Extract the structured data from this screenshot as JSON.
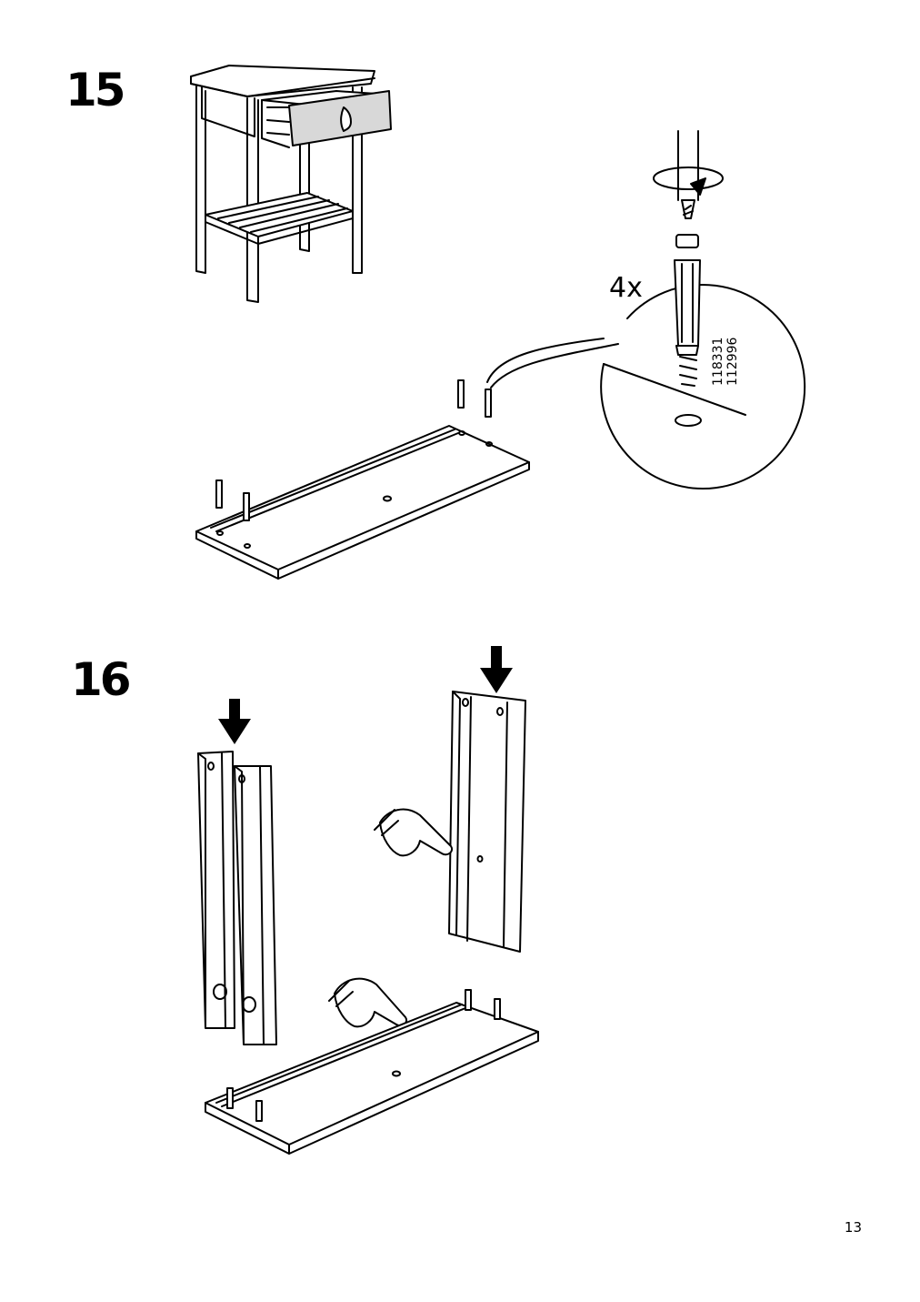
{
  "steps": [
    {
      "number": "15",
      "quantity": "4x",
      "part_numbers": [
        "118331",
        "112996"
      ]
    },
    {
      "number": "16"
    }
  ],
  "page_number": "13"
}
